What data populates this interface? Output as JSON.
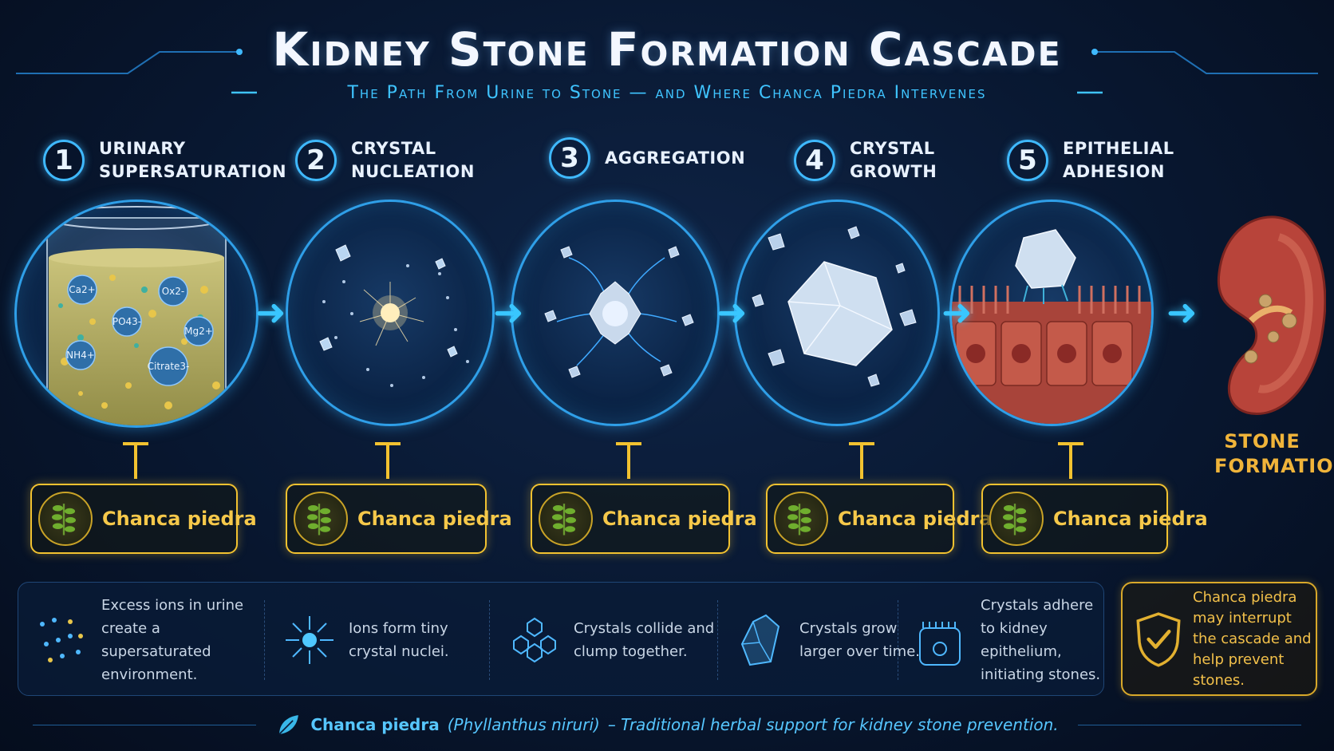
{
  "title": "Kidney Stone Formation Cascade",
  "subtitle": "The Path From Urine to Stone — and Where Chanca Piedra Intervenes",
  "steps": [
    {
      "number": "1",
      "title": "URINARY SUPERSATURATION",
      "description": "Excess ions in urine create a supersaturated environment.",
      "intervention": "Chanca piedra",
      "ions": [
        "Ca2+",
        "Ox2-",
        "PO43-",
        "Mg2+",
        "NH4+",
        "Citrate3-"
      ]
    },
    {
      "number": "2",
      "title": "CRYSTAL NUCLEATION",
      "description": "Ions form tiny crystal nuclei.",
      "intervention": "Chanca piedra"
    },
    {
      "number": "3",
      "title": "AGGREGATION",
      "description": "Crystals collide and clump together.",
      "intervention": "Chanca piedra"
    },
    {
      "number": "4",
      "title": "CRYSTAL GROWTH",
      "description": "Crystals grow larger over time.",
      "intervention": "Chanca piedra"
    },
    {
      "number": "5",
      "title": "EPITHELIAL ADHESION",
      "description": "Crystals adhere to kidney epithelium, initiating stones.",
      "intervention": "Chanca piedra"
    }
  ],
  "outcome": {
    "label": "STONE FORMATION"
  },
  "prevention_note": "Chanca piedra may interrupt the cascade and help prevent stones.",
  "footer": {
    "name": "Chanca piedra",
    "scientific_name": "(Phyllanthus niruri)",
    "description": "– Traditional herbal support for kidney stone prevention."
  },
  "colors": {
    "accent_blue": "#3fb9ff",
    "accent_gold": "#f2c230",
    "background": "#081730"
  }
}
